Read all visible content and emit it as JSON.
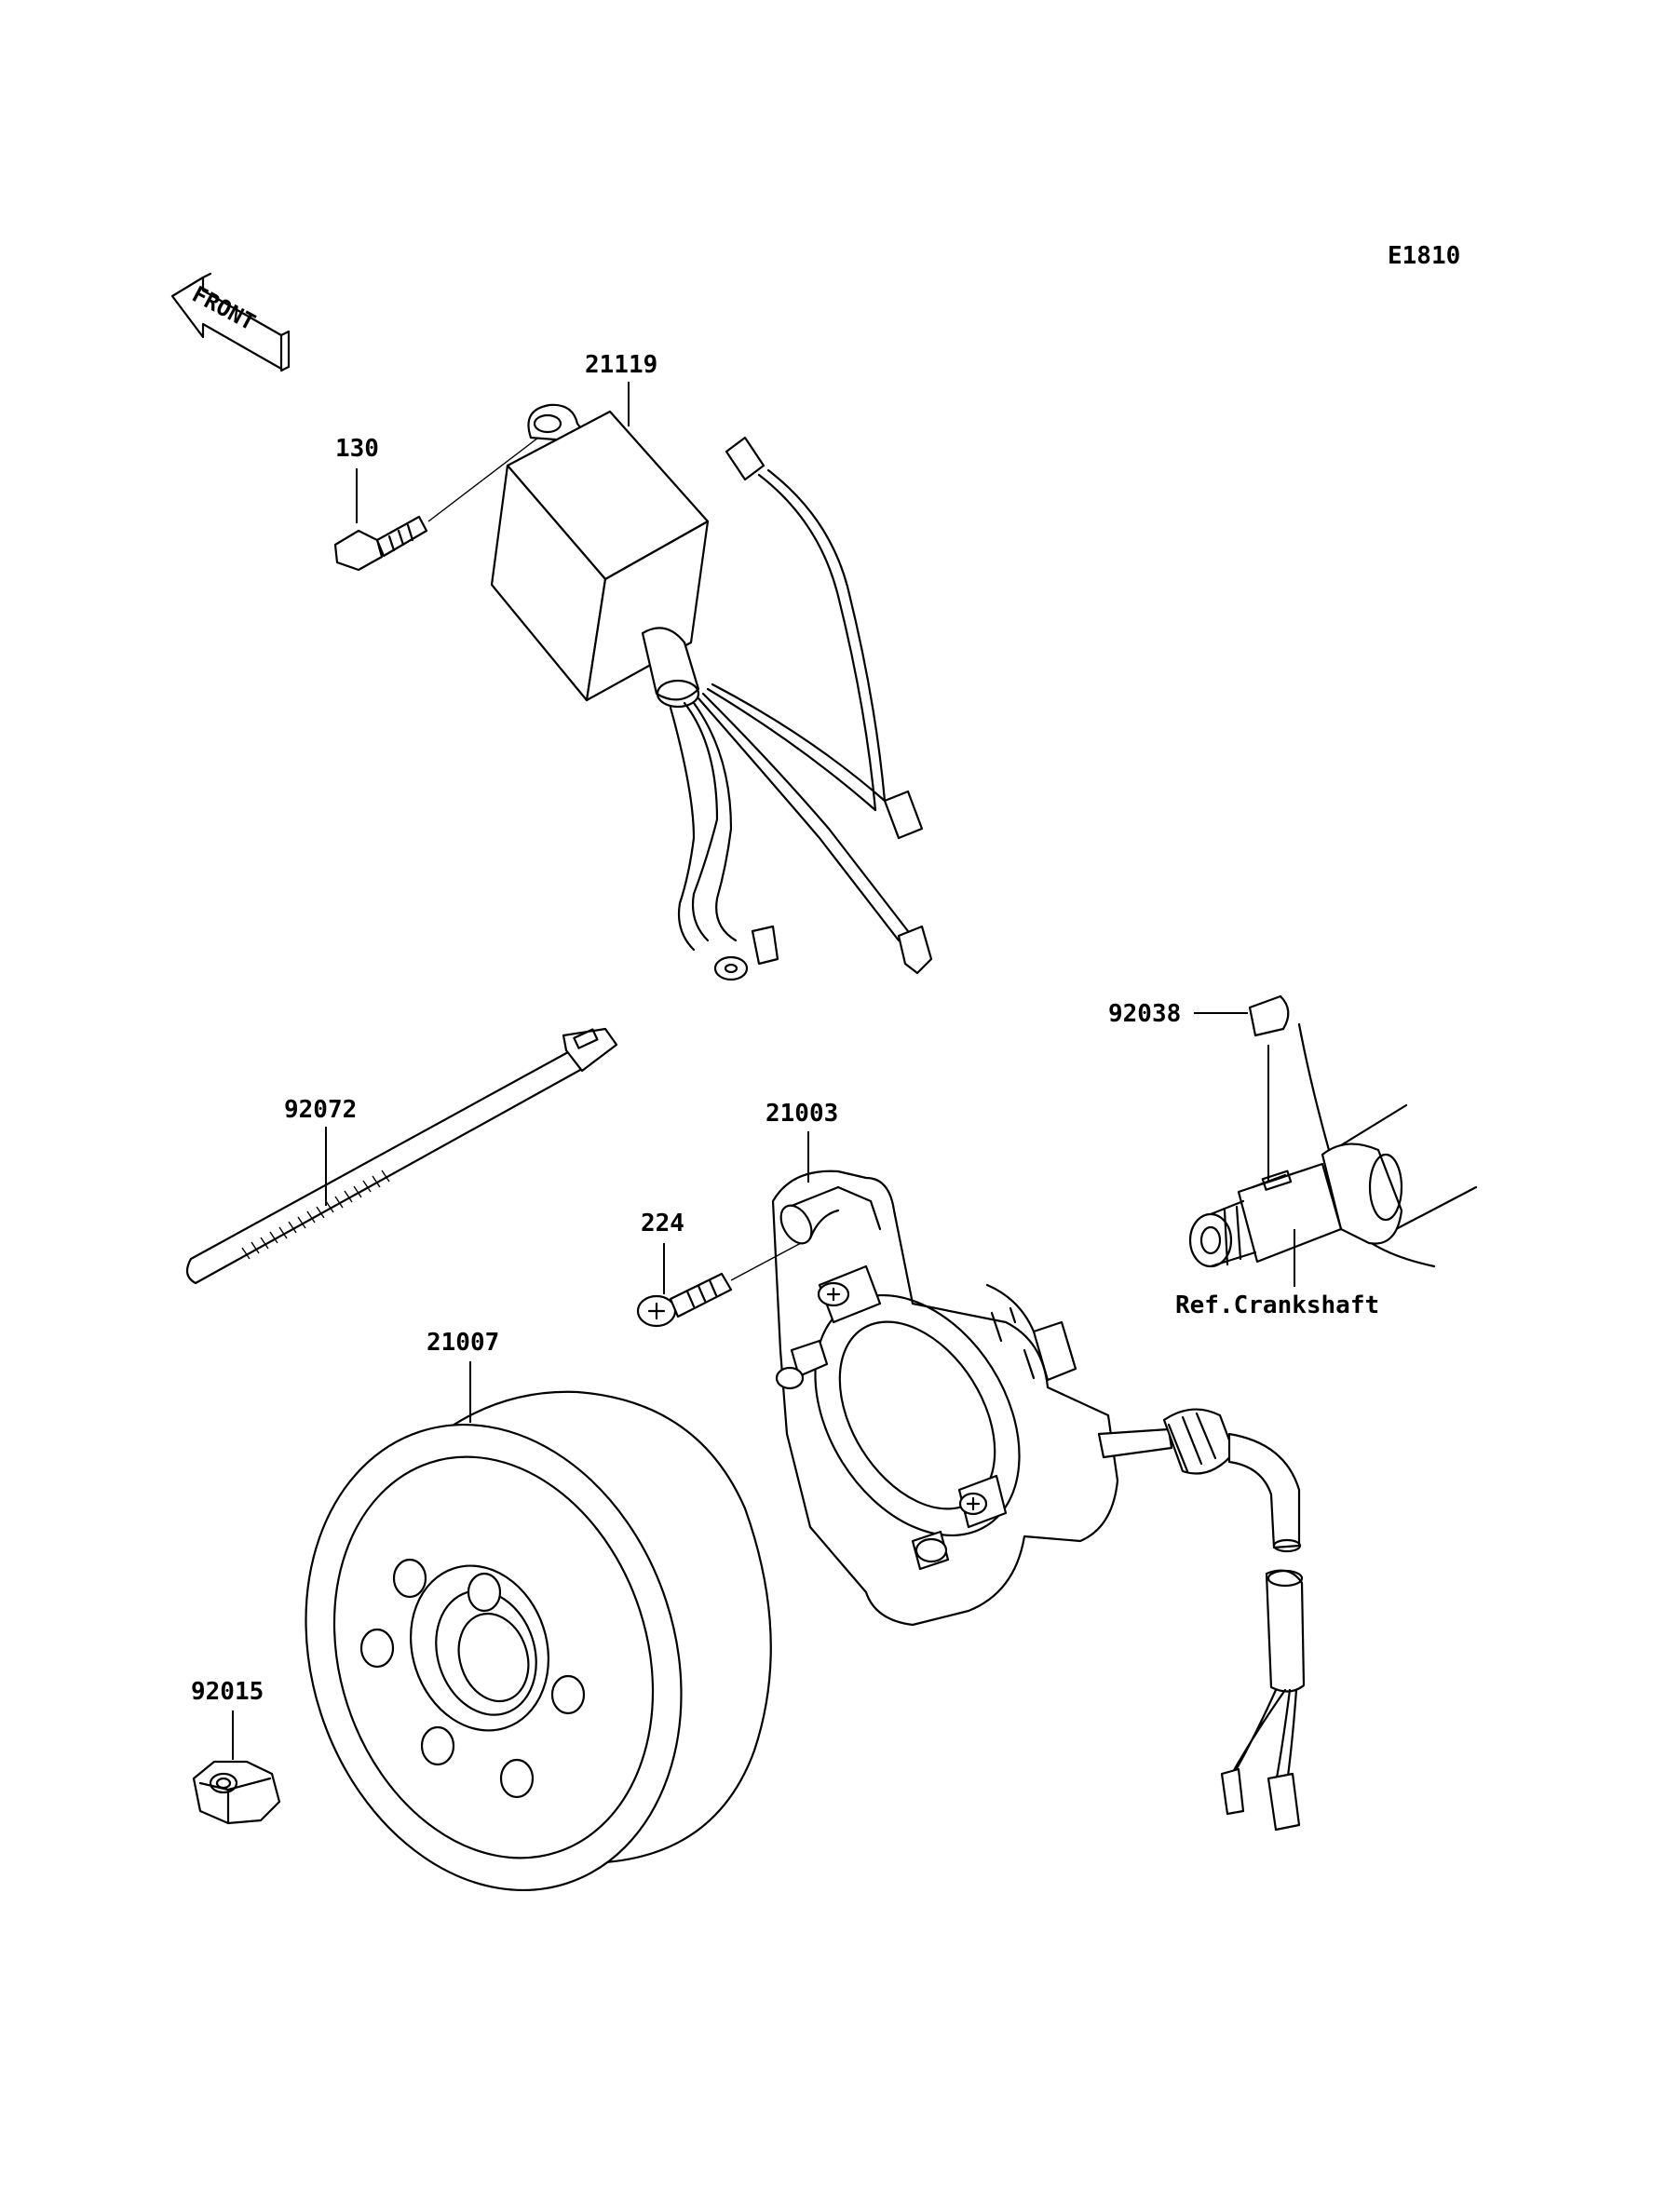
{
  "diagram_code": "E1810",
  "front_label": "FRONT",
  "parts": {
    "cdi_unit": "21119",
    "bolt_cdi": "130",
    "stator": "21003",
    "screw_stator": "224",
    "flywheel": "21007",
    "nut": "92015",
    "band": "92072",
    "key": "92038"
  },
  "reference_label": "Ref.Crankshaft"
}
